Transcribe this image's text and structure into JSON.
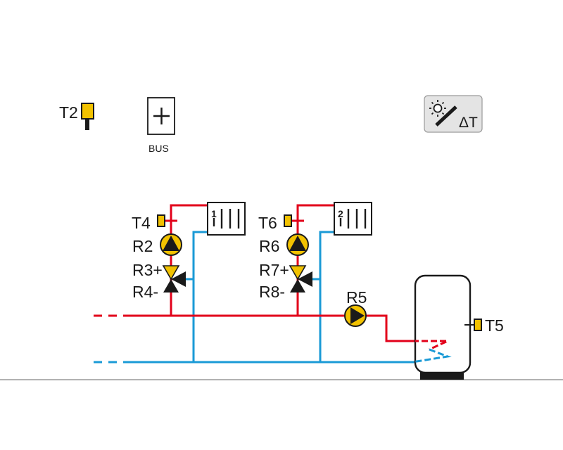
{
  "colors": {
    "supply": "#e2001a",
    "return": "#1a9ad6",
    "sensor": "#f2c200",
    "pump": "#f2c200",
    "ink": "#1a1a1a"
  },
  "top": {
    "sensor_T2": "T2",
    "bus_label": "BUS",
    "delta_t": "ΔT"
  },
  "circuit1": {
    "sensor": "T4",
    "pump": "R2",
    "valve_open": "R3+",
    "valve_close": "R4-",
    "heater_number": "1"
  },
  "circuit2": {
    "sensor": "T6",
    "pump": "R6",
    "valve_open": "R7+",
    "valve_close": "R8-",
    "heater_number": "2"
  },
  "tank": {
    "pump": "R5",
    "sensor": "T5"
  }
}
